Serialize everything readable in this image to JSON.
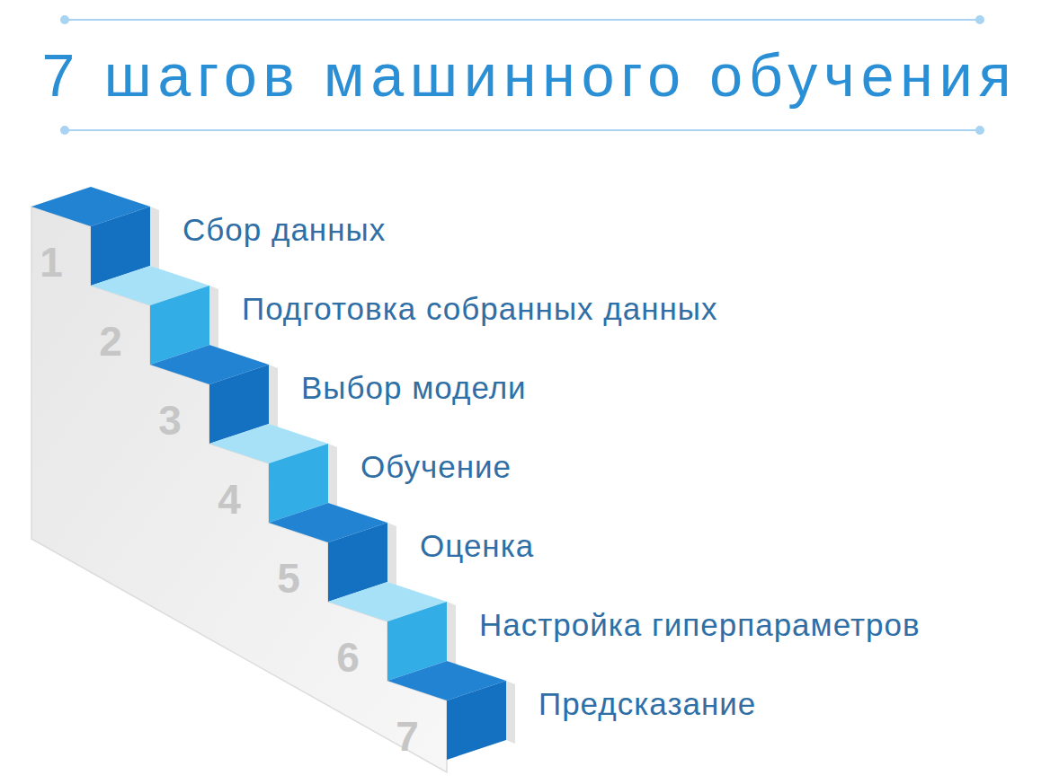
{
  "diagram": {
    "title": "7 шагов машинного обучения",
    "labels": [
      "1",
      "Сбор данных",
      "2",
      "Подготовка собранных данных",
      "3",
      "Выбор модели",
      "4",
      "Обучение",
      "5",
      "Оценка",
      "6",
      "Настройка гиперпараметров",
      "7",
      "Предсказание"
    ]
  }
}
